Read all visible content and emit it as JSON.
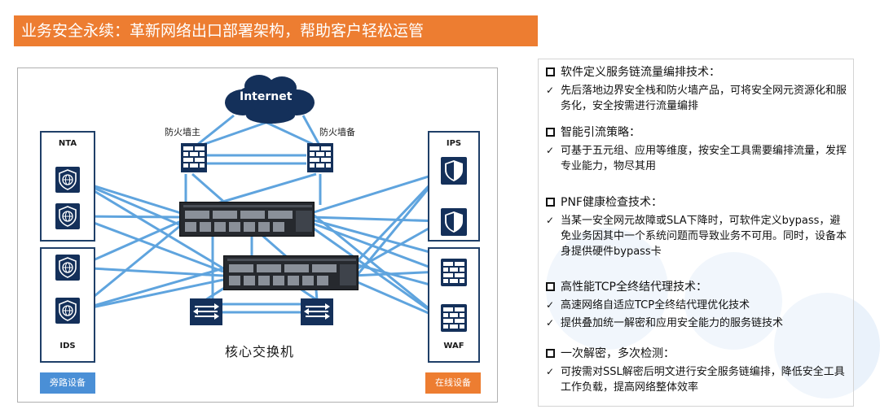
{
  "title": "业务安全永续：革新网络出口部署架构，帮助客户轻松运管",
  "diagram": {
    "internet_label": "Internet",
    "firewall_primary_label": "防火墙主",
    "firewall_backup_label": "防火墙备",
    "core_switch_label": "核心交换机",
    "left_group": {
      "top_label": "NTA",
      "bottom_label": "IDS",
      "tag": "旁路设备"
    },
    "right_group": {
      "top_label": "IPS",
      "bottom_label": "WAF",
      "tag": "在线设备"
    },
    "colors": {
      "link": "#5fa4de",
      "device": "#14305a",
      "tag_blue": "#4a8fd6",
      "tag_orange": "#ed7d31"
    },
    "icons": [
      "cloud-icon",
      "firewall-icon",
      "switch-icon",
      "shield-globe-icon",
      "shield-icon",
      "wall-icon"
    ]
  },
  "panel": {
    "sections": [
      {
        "heading": "软件定义服务链流量编排技术：",
        "bullets": [
          "先后落地边界安全栈和防火墙产品，可将安全网元资源化和服务化，安全按需进行流量编排"
        ]
      },
      {
        "heading": "智能引流策略：",
        "bullets": [
          "可基于五元组、应用等维度，按安全工具需要编排流量，发挥专业能力，物尽其用"
        ]
      },
      {
        "heading": "PNF健康检查技术：",
        "bullets": [
          "当某一安全网元故障或SLA下降时，可软件定义bypass，避免业务因其中一个系统问题而导致业务不可用。同时，设备本身提供硬件bypass卡"
        ]
      },
      {
        "heading": "高性能TCP全终结代理技术：",
        "bullets": [
          "高速网络自适应TCP全终结代理优化技术",
          "提供叠加统一解密和应用安全能力的服务链技术"
        ]
      },
      {
        "heading": "一次解密，多次检测：",
        "bullets": [
          "可按需对SSL解密后明文进行安全服务链编排，降低安全工具工作负载，提高网络整体效率"
        ]
      }
    ],
    "check_glyph": "✓"
  }
}
